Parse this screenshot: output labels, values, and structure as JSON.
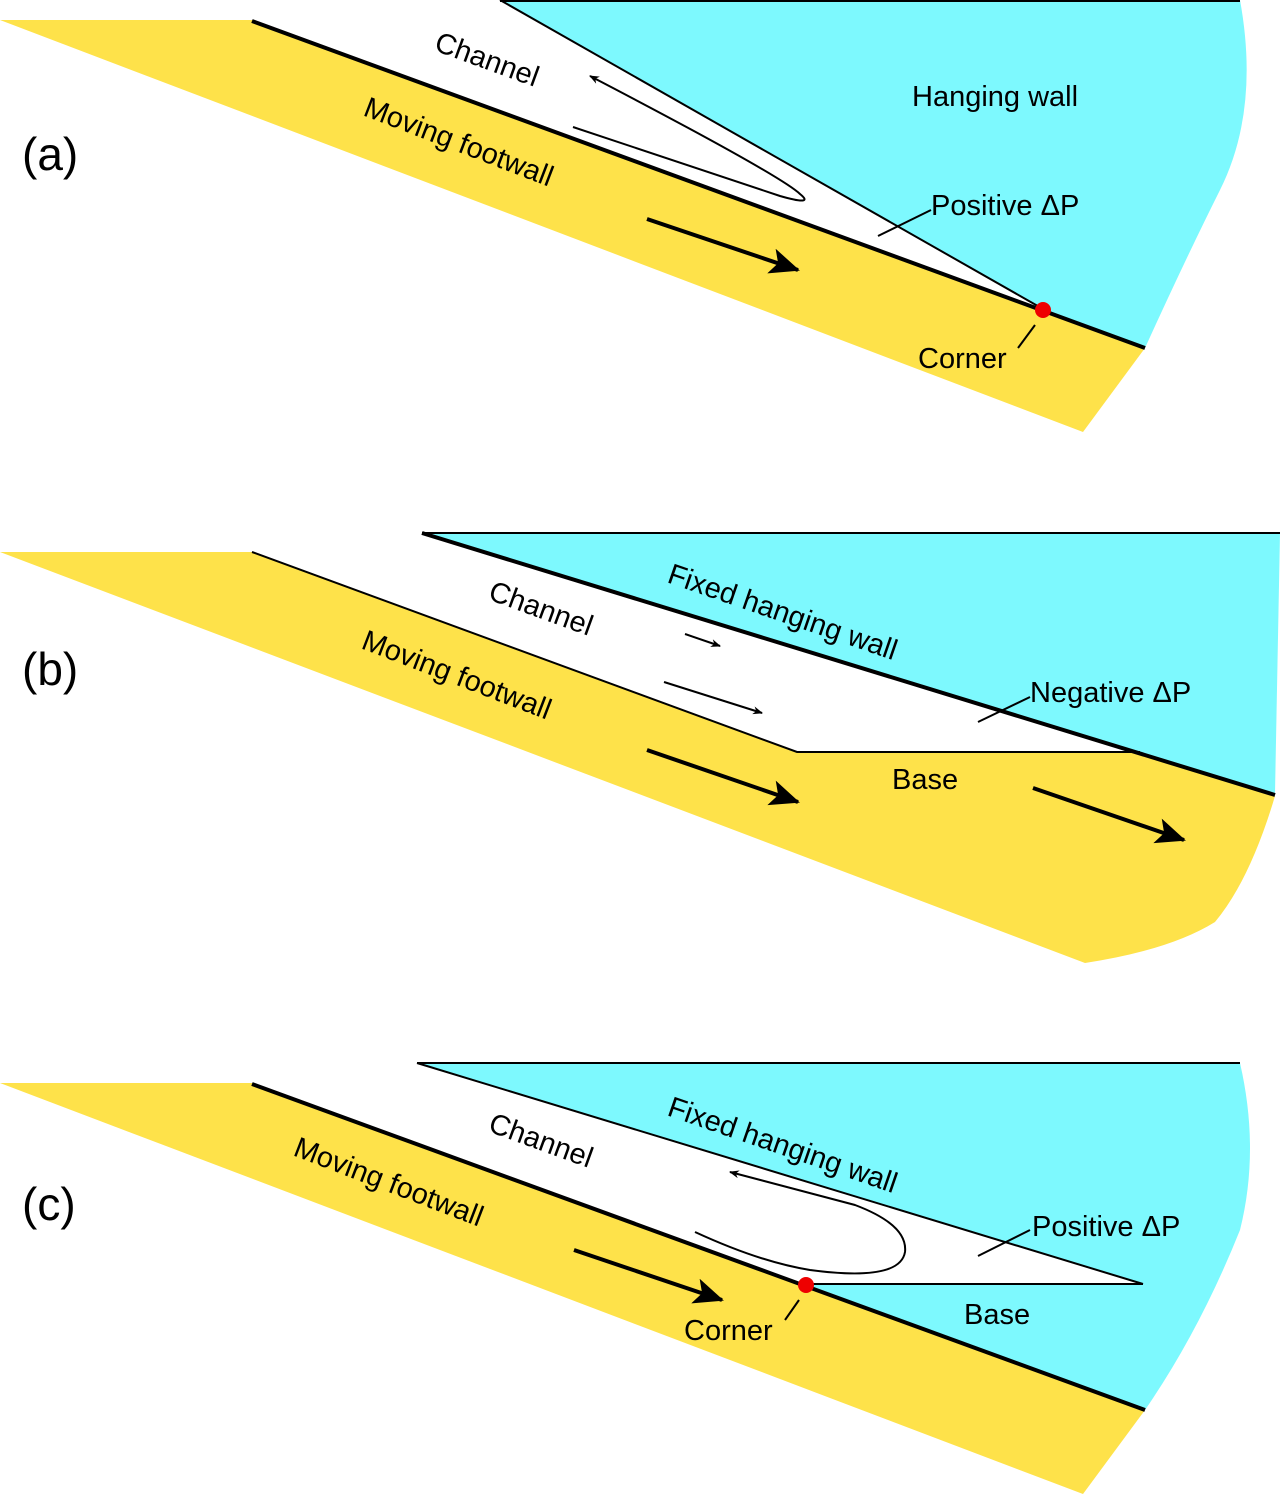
{
  "colors": {
    "footwall": "#FEE24A",
    "hanging_wall": "#7DF9FE",
    "corner": "#EE0000",
    "line": "#000000"
  },
  "panels": [
    {
      "id": "a",
      "label": "(a)",
      "footwall_label": "Moving footwall",
      "channel_label": "Channel",
      "hanging_wall_label": "Hanging wall",
      "pressure_label": "Positive ΔP",
      "corner_label": "Corner"
    },
    {
      "id": "b",
      "label": "(b)",
      "footwall_label": "Moving footwall",
      "channel_label": "Channel",
      "hanging_wall_label": "Fixed hanging wall",
      "pressure_label": "Negative ΔP",
      "base_label": "Base"
    },
    {
      "id": "c",
      "label": "(c)",
      "footwall_label": "Moving footwall",
      "channel_label": "Channel",
      "hanging_wall_label": "Fixed hanging wall",
      "pressure_label": "Positive ΔP",
      "base_label": "Base",
      "corner_label": "Corner"
    }
  ]
}
